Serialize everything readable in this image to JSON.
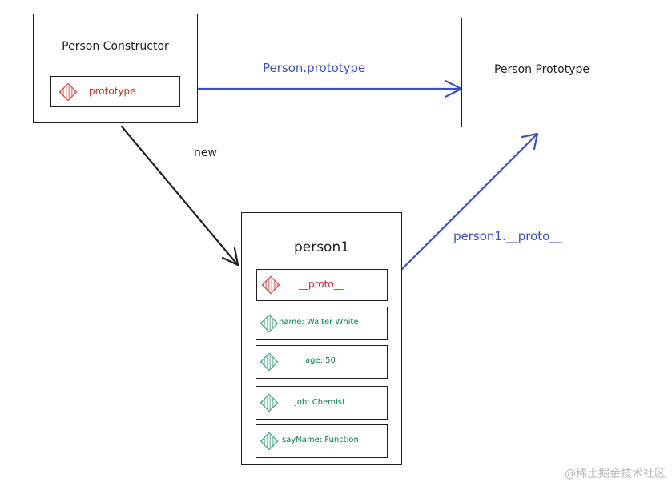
{
  "constructor_box": {
    "title": "Person Constructor",
    "field": {
      "label": "prototype",
      "icon": "hatched-diamond-icon"
    }
  },
  "prototype_box": {
    "title": "Person Prototype"
  },
  "instance_box": {
    "title": "person1",
    "fields": [
      {
        "label": "__proto__",
        "icon": "hatched-diamond-icon",
        "color": "#c92a2a"
      },
      {
        "label": "name: Walter White",
        "icon": "hatched-diamond-icon",
        "color": "#0b7a52"
      },
      {
        "label": "age: 50",
        "icon": "hatched-diamond-icon",
        "color": "#0b7a52"
      },
      {
        "label": "job: Chemist",
        "icon": "hatched-diamond-icon",
        "color": "#0b7a52"
      },
      {
        "label": "sayName: Function",
        "icon": "hatched-diamond-icon",
        "color": "#0b7a52"
      }
    ]
  },
  "edges": {
    "constructor_to_prototype": "Person.prototype",
    "constructor_to_instance": "new",
    "instance_to_prototype": "person1.__proto__"
  },
  "colors": {
    "blue": "#3b4fc4",
    "black": "#1e1e1e",
    "red": "#c92a2a",
    "green": "#0b7a52"
  },
  "watermark": "@稀土掘金技术社区"
}
